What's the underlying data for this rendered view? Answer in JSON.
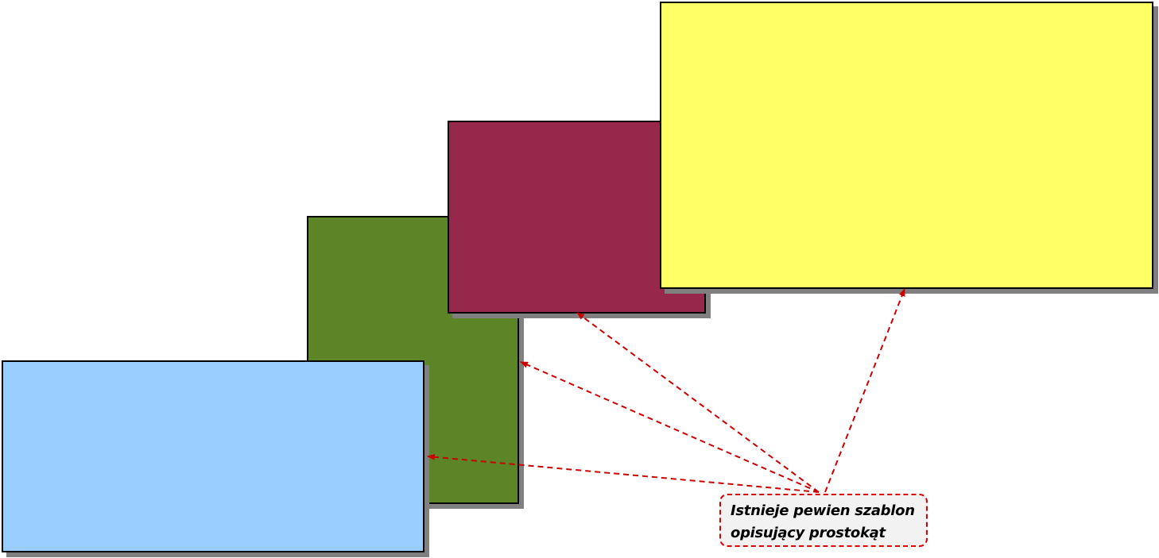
{
  "diagram": {
    "rectangles": [
      {
        "id": "green",
        "fill": "#5b8527"
      },
      {
        "id": "maroon",
        "fill": "#96284b"
      },
      {
        "id": "yellow",
        "fill": "#ffff66"
      },
      {
        "id": "blue",
        "fill": "#99ccff"
      }
    ],
    "callout": {
      "line1": "Istnieje pewien szablon",
      "line2": "opisujący prostokąt",
      "border_color": "#dd0000",
      "fill": "#f2f2f2"
    },
    "arrow_color": "#dd0000"
  }
}
